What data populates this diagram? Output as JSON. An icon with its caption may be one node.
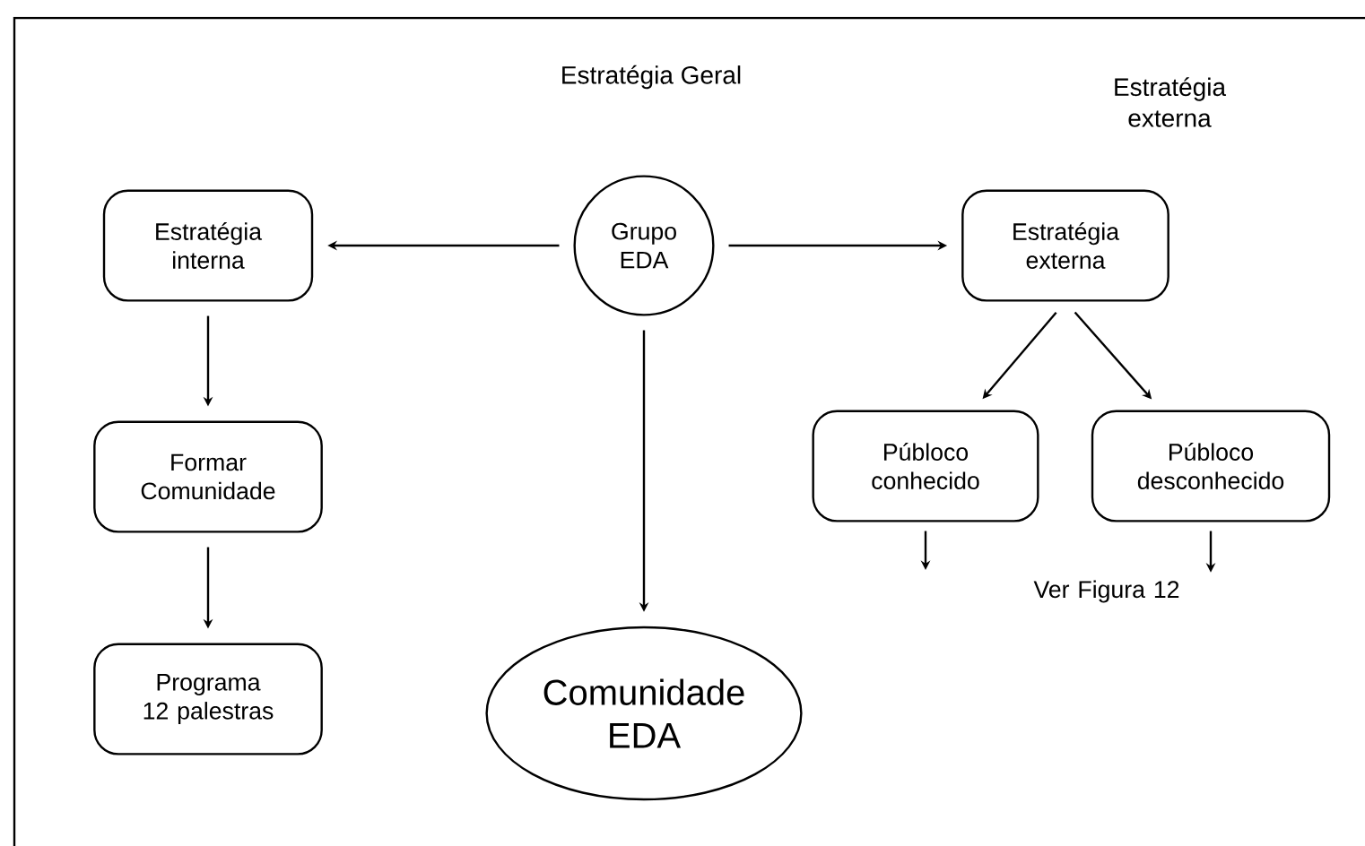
{
  "diagram": {
    "title": "Estratégia Geral",
    "nodes": [
      {
        "text": [
          "Grupo EDA"
        ]
      },
      {
        "text": [
          "Estratégia interna"
        ]
      },
      {
        "text": [
          "Estratégia externa"
        ]
      },
      {
        "text": [
          "Formar Comunidade"
        ]
      },
      {
        "text": [
          "Públoco conhecido"
        ]
      },
      {
        "text": [
          "Públoco desconhecido"
        ]
      },
      {
        "text": [
          "Programa 12 palestras"
        ]
      },
      {
        "text": [
          "Comunidade EDA"
        ]
      },
      {
        "text": [
          "Ver Figura 12"
        ]
      }
    ],
    "edges": [
      {
        "from": 0,
        "to": 1,
        "arrow": "to"
      },
      {
        "from": 0,
        "to": 2,
        "arrow": "to"
      },
      {
        "from": 0,
        "to": 7,
        "arrow": "to"
      },
      {
        "from": 1,
        "to": 3,
        "arrow": "to"
      },
      {
        "from": 3,
        "to": 6,
        "arrow": "to"
      },
      {
        "from": 2,
        "to": 4,
        "arrow": "to"
      },
      {
        "from": 2,
        "to": 5,
        "arrow": "to"
      },
      {
        "from": 4,
        "to": null,
        "arrow": "to"
      },
      {
        "from": 5,
        "to": 8,
        "arrow": "to"
      }
    ],
    "labels": [
      "Estratégia externa"
    ]
  }
}
